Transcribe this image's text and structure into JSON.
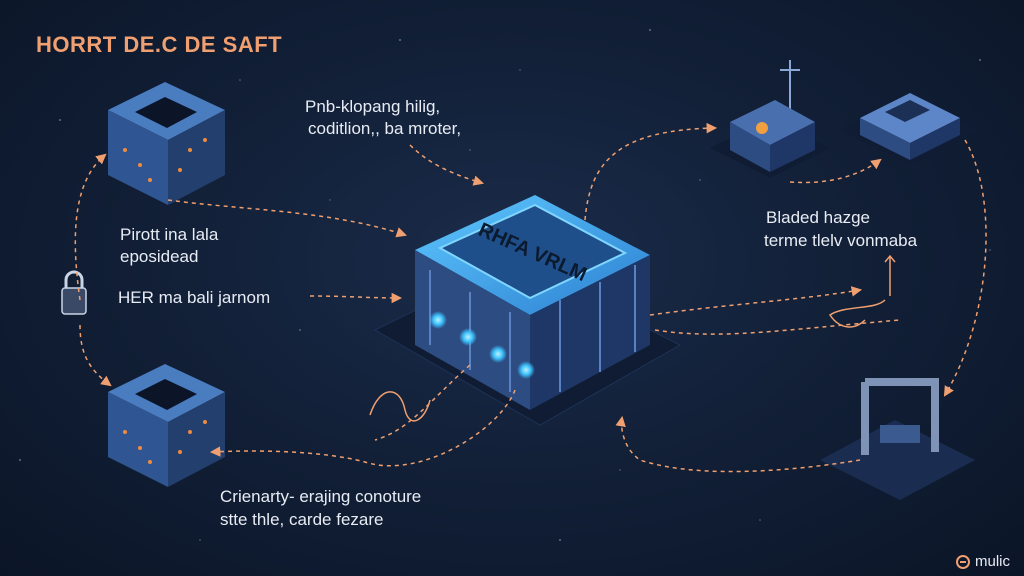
{
  "title": "HORRT DE.C DE SAFT",
  "labels": {
    "top_center_line1": "Pnb-klopang hilig,",
    "top_center_line2": "coditlion,, ba mroter,",
    "left_mid_line1": "Pirott ina lala",
    "left_mid_line2": "eposidead",
    "left_low": "HER ma bali jarnom",
    "right_line1": "Bladed hazge",
    "right_line2": "terme tlelv vonmaba",
    "bottom_line1": "Crienarty- erajing conoture",
    "bottom_line2": "stte thle, carde fezare"
  },
  "logo_text": "mulic",
  "server_sign": "RHFA VRLM",
  "colors": {
    "background": "#122038",
    "accent_orange": "#f0a070",
    "block_blue": "#3b6cb0",
    "glow_cyan": "#3ec4ff",
    "text": "#e8ecf4"
  }
}
